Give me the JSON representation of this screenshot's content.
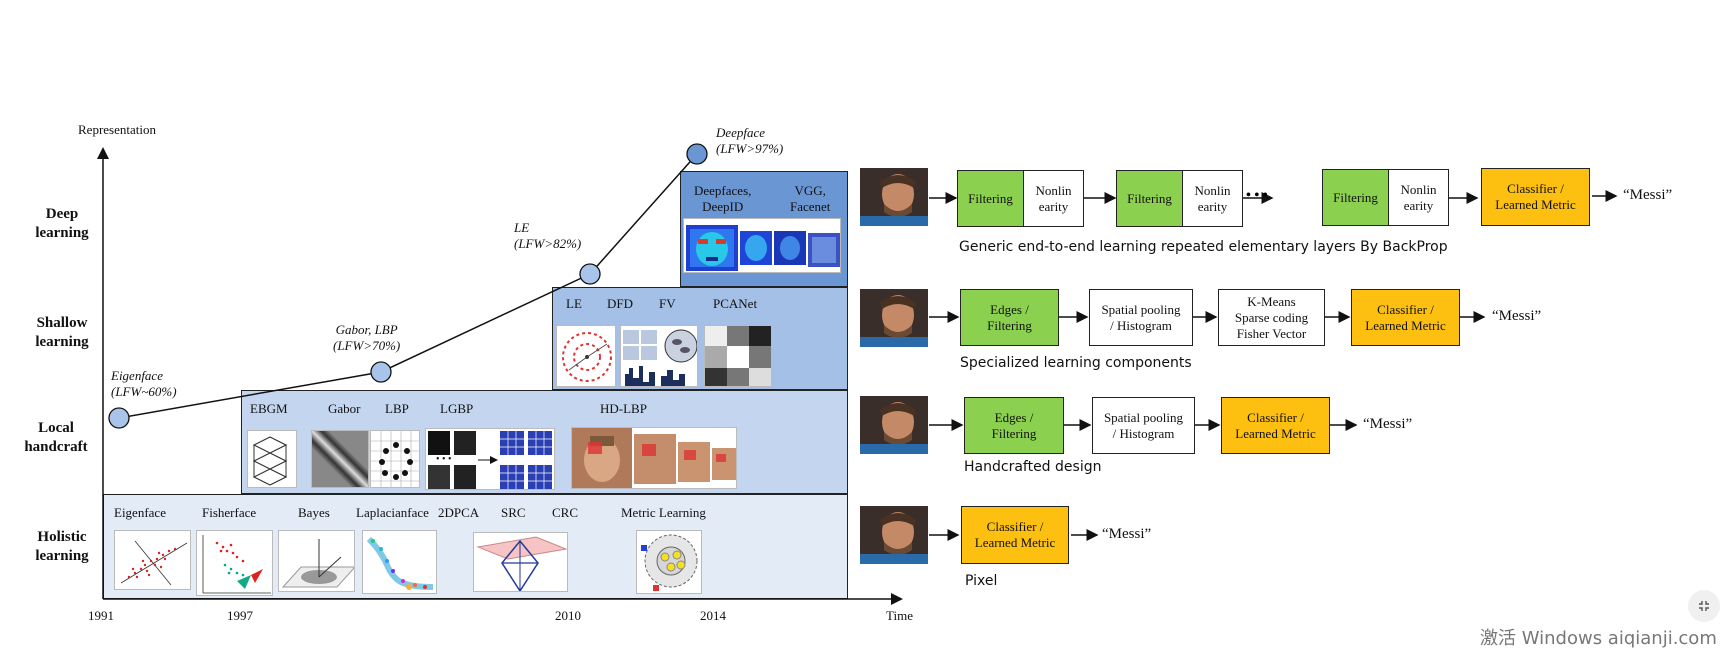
{
  "timeline": {
    "y_axis_label": "Representation",
    "x_axis_label": "Time",
    "years": [
      "1991",
      "1997",
      "2010",
      "2014"
    ],
    "levels": [
      {
        "line1": "Deep",
        "line2": "learning"
      },
      {
        "line1": "Shallow",
        "line2": "learning"
      },
      {
        "line1": "Local",
        "line2": "handcraft"
      },
      {
        "line1": "Holistic",
        "line2": "learning"
      }
    ],
    "milestones": [
      {
        "name": "Eigenface",
        "acc": "(LFW~60%)"
      },
      {
        "name": "Gabor, LBP",
        "acc": "(LFW>70%)"
      },
      {
        "name": "LE",
        "acc": "(LFW>82%)"
      },
      {
        "name": "Deepface",
        "acc": "(LFW>97%)"
      }
    ],
    "tiers": {
      "deep": [
        "Deepfaces,",
        "DeepID",
        "VGG,",
        "Facenet"
      ],
      "shallow": [
        "LE",
        "DFD",
        "FV",
        "PCANet"
      ],
      "local": [
        "EBGM",
        "Gabor",
        "LBP",
        "LGBP",
        "HD-LBP"
      ],
      "holistic": [
        "Eigenface",
        "Fisherface",
        "Bayes",
        "Laplacianface",
        "2DPCA",
        "SRC",
        "CRC",
        "Metric Learning"
      ]
    },
    "colors": {
      "deep": "#6b96d4",
      "shallow": "#a5c0e6",
      "local": "#c4d6ef",
      "holistic": "#e2ebf6"
    }
  },
  "pipelines": {
    "deep": {
      "blocks": [
        {
          "a": "Filtering",
          "b1": "Nonlin",
          "b2": "earity"
        },
        {
          "a": "Filtering",
          "b1": "Nonlin",
          "b2": "earity"
        },
        {
          "a": "Filtering",
          "b1": "Nonlin",
          "b2": "earity"
        }
      ],
      "ellipsis": "• • •",
      "classifier1": "Classifier /",
      "classifier2": "Learned Metric",
      "output": "“Messi”",
      "caption": "Generic end-to-end learning repeated elementary layers By BackProp"
    },
    "shallow": {
      "edges1": "Edges /",
      "edges2": "Filtering",
      "pool1": "Spatial pooling",
      "pool2": "/ Histogram",
      "kmeans1": "K-Means",
      "kmeans2": "Sparse coding",
      "kmeans3": "Fisher Vector",
      "classifier1": "Classifier /",
      "classifier2": "Learned Metric",
      "output": "“Messi”",
      "caption": "Specialized learning components"
    },
    "local": {
      "edges1": "Edges /",
      "edges2": "Filtering",
      "pool1": "Spatial pooling",
      "pool2": "/ Histogram",
      "classifier1": "Classifier /",
      "classifier2": "Learned Metric",
      "output": "“Messi”",
      "caption": "Handcrafted design"
    },
    "holistic": {
      "classifier1": "Classifier /",
      "classifier2": "Learned Metric",
      "output": "“Messi”",
      "caption": "Pixel"
    },
    "colors": {
      "green": "#8cd04f",
      "orange": "#fdbf10"
    }
  },
  "watermark": "激活 Windows aiqianji.com"
}
